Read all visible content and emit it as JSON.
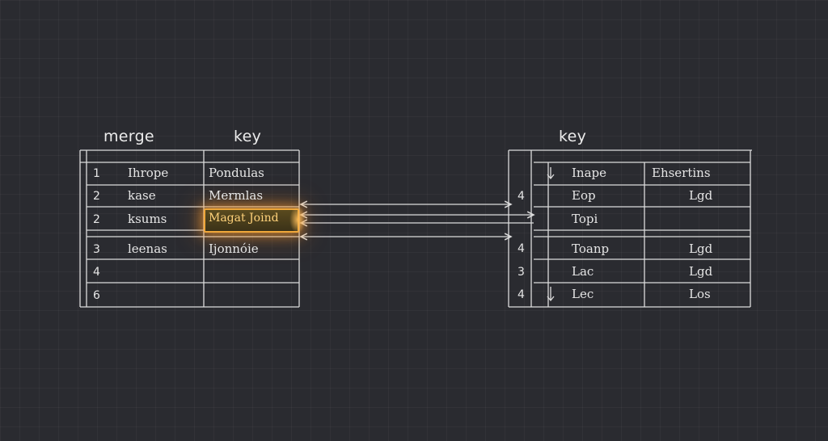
{
  "left_table": {
    "headers": {
      "col1": "merge",
      "col2": "key"
    },
    "rows": [
      {
        "idx": "1",
        "name": "Ihrope",
        "key": "Pondulas"
      },
      {
        "idx": "2",
        "name": "kase",
        "key": "Mermlas"
      },
      {
        "idx": "2",
        "name": "ksums",
        "key": "Magat Joind"
      },
      {
        "idx": "3",
        "name": "leenas",
        "key": "Ijonnóie"
      },
      {
        "idx": "4",
        "name": "",
        "key": ""
      },
      {
        "idx": "6",
        "name": "",
        "key": ""
      }
    ],
    "highlight_color": "#f0a73a"
  },
  "right_table": {
    "headers": {
      "col2": "key"
    },
    "rows": [
      {
        "mark": "",
        "name": "Inape",
        "value": "Ehsertins"
      },
      {
        "mark": "4",
        "name": "Eop",
        "value": "Lgd"
      },
      {
        "mark": "",
        "name": "Topi",
        "value": ""
      },
      {
        "mark": "4",
        "name": "Toanp",
        "value": "Lgd"
      },
      {
        "mark": "3",
        "name": "Lac",
        "value": "Lgd"
      },
      {
        "mark": "4",
        "name": "Lec",
        "value": "Los"
      }
    ]
  },
  "colors": {
    "background": "#2a2b30",
    "lines": "#e0e0e0",
    "accent": "#f0a73a"
  }
}
